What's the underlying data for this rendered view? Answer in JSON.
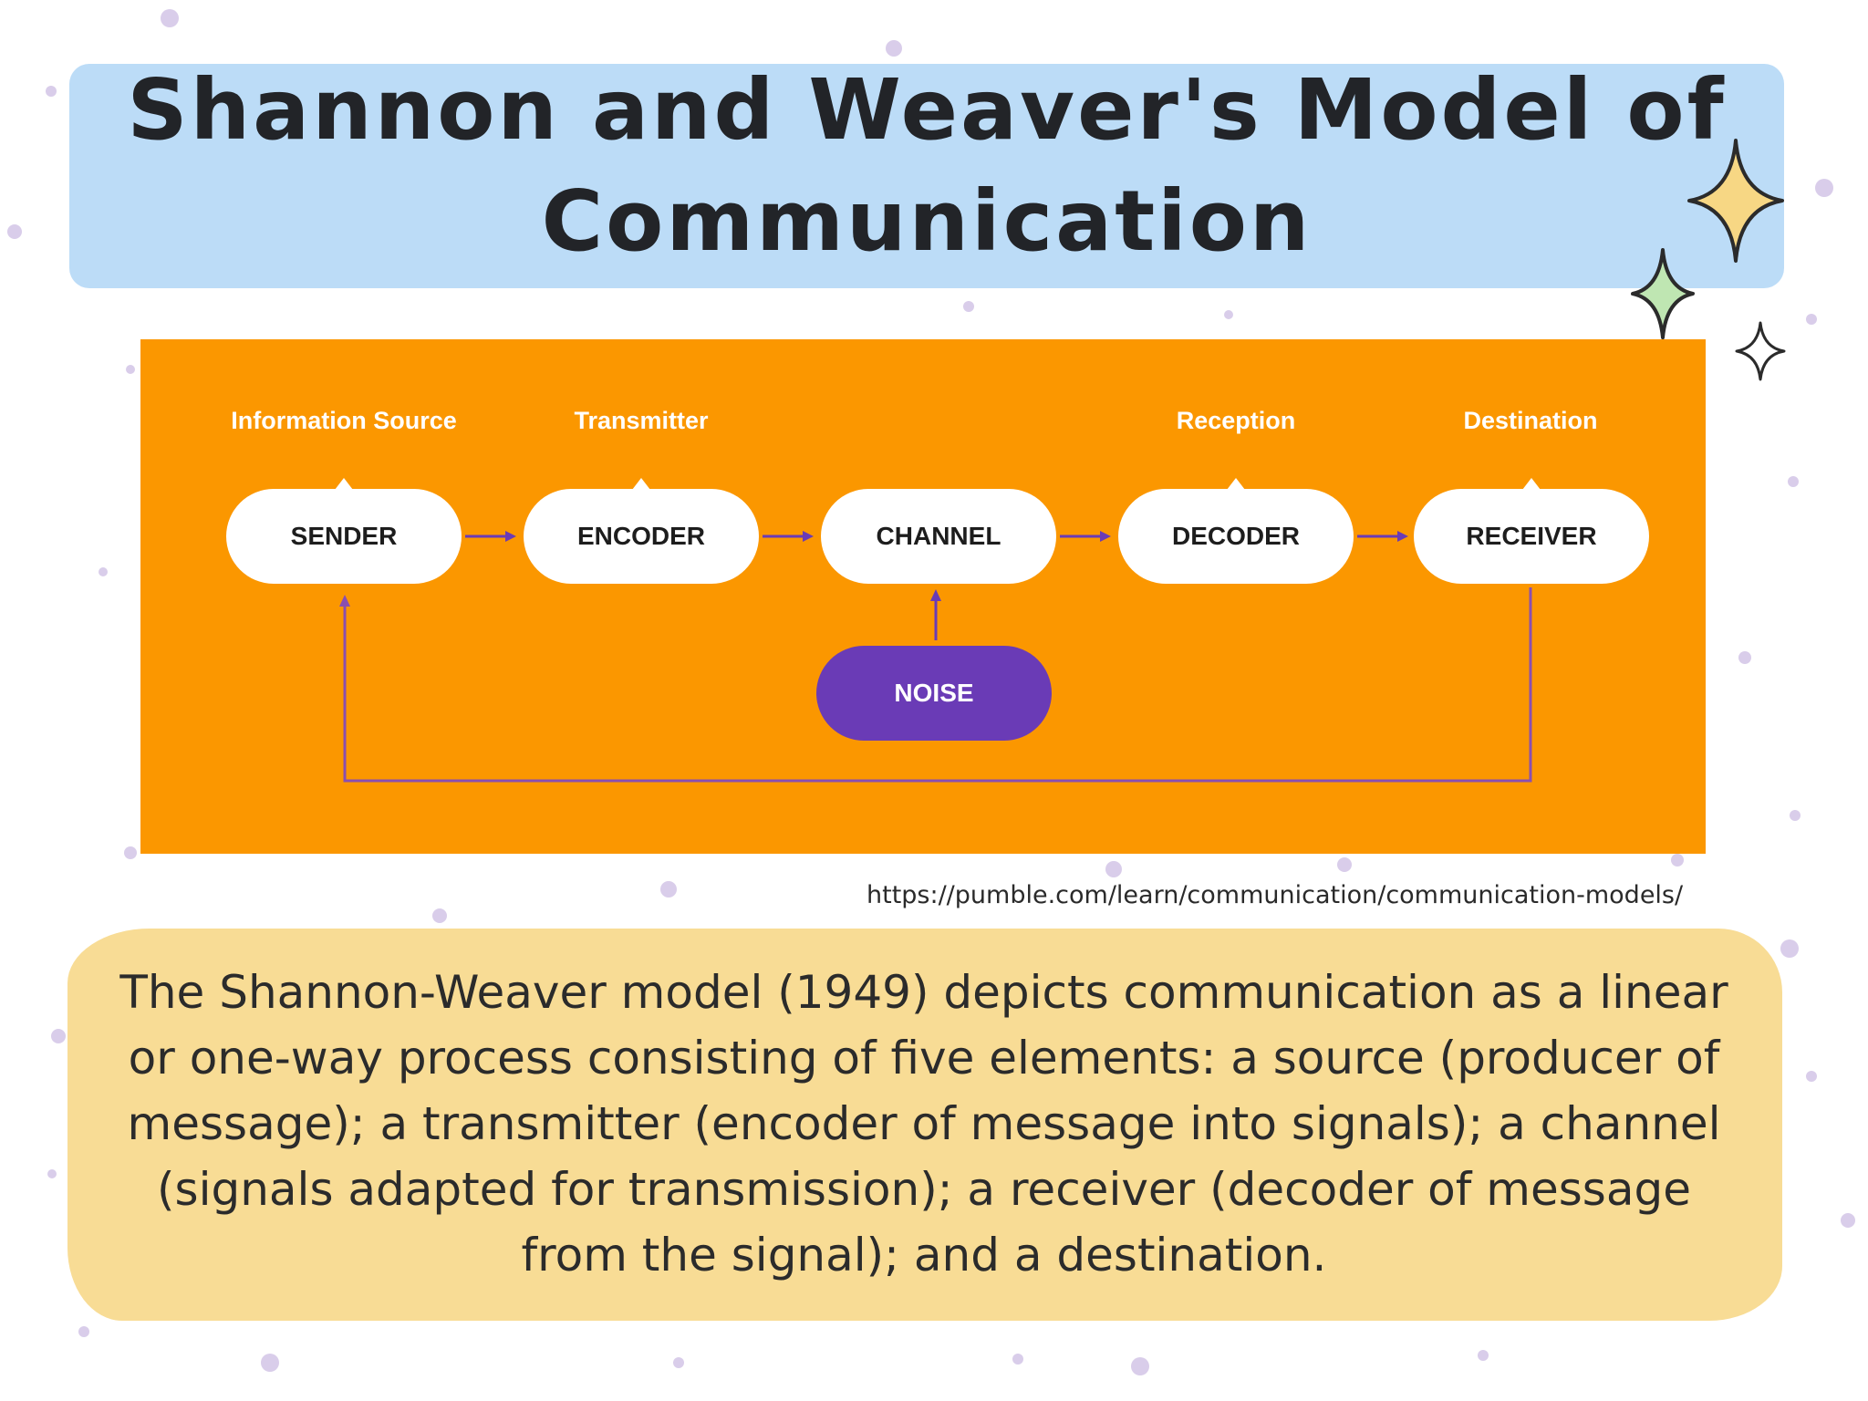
{
  "title": {
    "line1": "Shannon and Weaver's Model of",
    "line2": "Communication"
  },
  "diagram": {
    "roles": {
      "sender": "Information Source",
      "encoder": "Transmitter",
      "decoder": "Reception",
      "receiver": "Destination"
    },
    "nodes": {
      "sender": "SENDER",
      "encoder": "ENCODER",
      "channel": "CHANNEL",
      "decoder": "DECODER",
      "receiver": "RECEIVER",
      "noise": "NOISE"
    },
    "colors": {
      "panel": "#fb9700",
      "node": "#ffffff",
      "noise": "#6a3bb6",
      "arrow": "#6a3bb6",
      "feedback_line": "#8a4fb0"
    }
  },
  "source_url": "https://pumble.com/learn/communication/communication-models/",
  "description": "The Shannon-Weaver model (1949) depicts communication as a linear or one-way process consisting of five elements: a source (producer of message); a transmitter (encoder of message into signals); a channel (signals adapted for transmission); a receiver (decoder of message from the signal); and a destination.",
  "colors": {
    "title_band": "#bcdcf7",
    "description_band": "#f8dc95",
    "dots": "#d9cdea",
    "sparkle_gold": "#f7d784",
    "sparkle_green": "#bfe6b2"
  }
}
